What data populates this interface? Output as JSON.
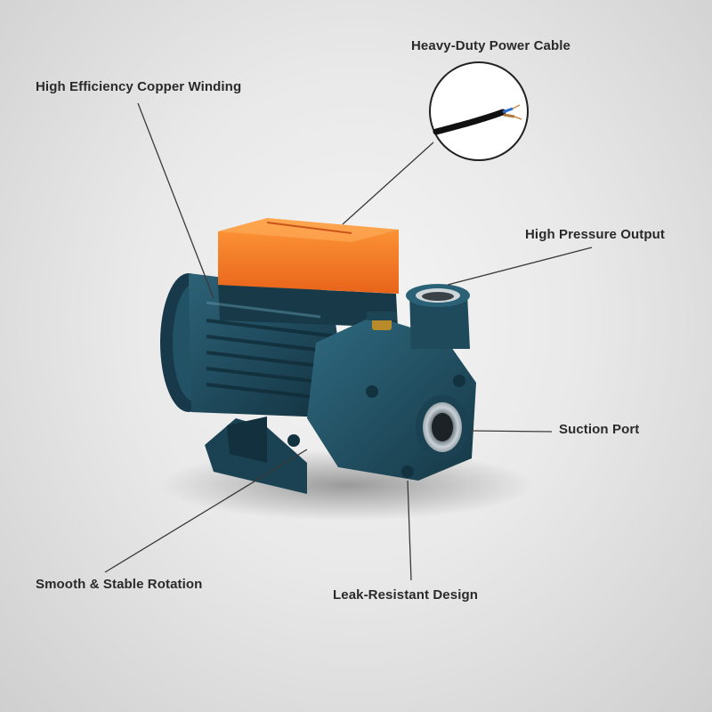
{
  "callouts": {
    "copper_winding": "High Efficiency Copper Winding",
    "power_cable": "Heavy-Duty Power Cable",
    "pressure_output": "High Pressure Output",
    "suction_port": "Suction Port",
    "smooth_rotation": "Smooth & Stable Rotation",
    "leak_resistant": "Leak-Resistant Design"
  },
  "colors": {
    "pump_body": "#1f4a5c",
    "terminal_box": "#f07a1e",
    "leader_line": "#3a3a3a"
  }
}
